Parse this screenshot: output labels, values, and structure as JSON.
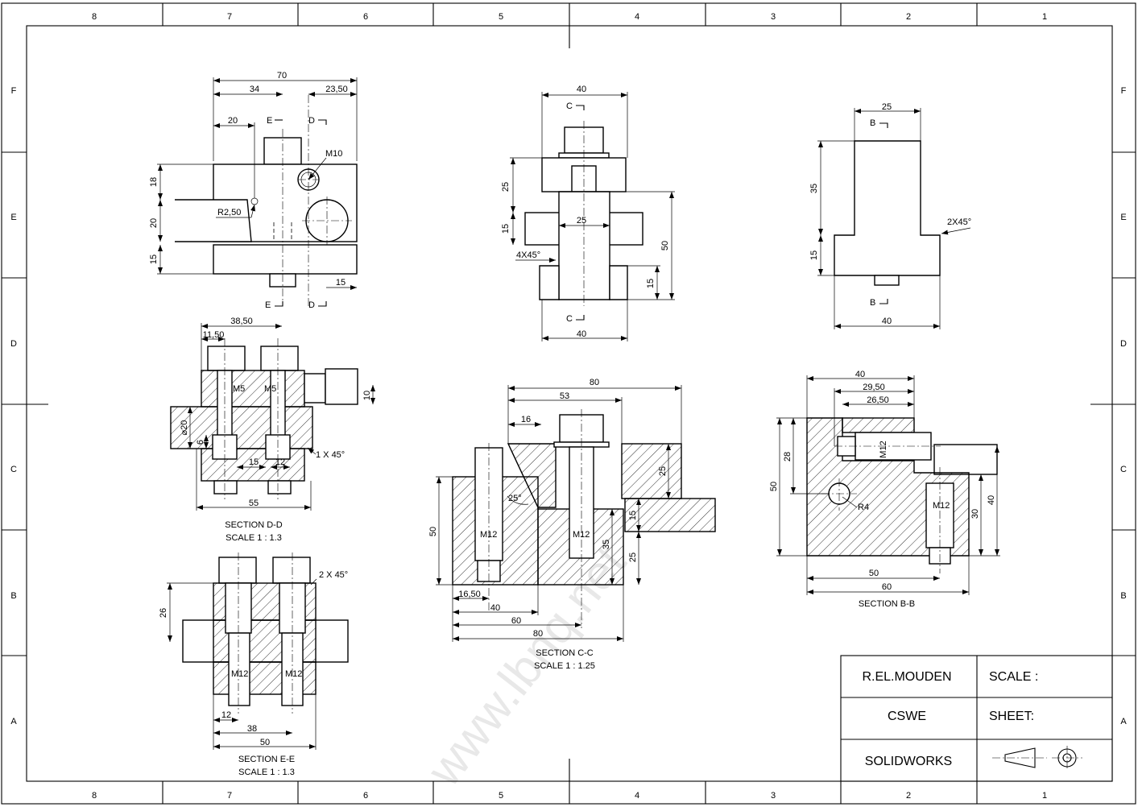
{
  "zones": {
    "columns": [
      "8",
      "7",
      "6",
      "5",
      "4",
      "3",
      "2",
      "1"
    ],
    "rows": [
      "F",
      "E",
      "D",
      "C",
      "B",
      "A"
    ]
  },
  "title_block": {
    "author": "R.EL.MOUDEN",
    "school": "CSWE",
    "software": "SOLIDWORKS",
    "scale_label": "SCALE :",
    "sheet_label": "SHEET:"
  },
  "views": {
    "front": {
      "dims": {
        "d70": "70",
        "d34": "34",
        "d23_50": "23,50",
        "d20": "20",
        "d18": "18",
        "d20v": "20",
        "d15v": "15",
        "d15h": "15",
        "m10": "M10",
        "r2_50": "R2,50"
      },
      "cuts": {
        "e_top": "E",
        "d_top": "D",
        "e_bot": "E",
        "d_bot": "D"
      }
    },
    "top_middle": {
      "dims": {
        "d40t": "40",
        "d25v": "25",
        "d15v": "15",
        "d25h": "25",
        "d50v": "50",
        "d15v2": "15",
        "d40b": "40",
        "chamfer": "4X45°"
      },
      "cuts": {
        "c_top": "C",
        "c_bot": "C"
      }
    },
    "right": {
      "dims": {
        "d25": "25",
        "d35": "35",
        "d15": "15",
        "d40": "40",
        "chamfer": "2X45°"
      },
      "cuts": {
        "b_top": "B",
        "b_bot": "B"
      }
    },
    "section_dd": {
      "caption": "SECTION D-D",
      "scale": "SCALE 1 : 1.3",
      "dims": {
        "d38_50": "38,50",
        "d11_50": "11,50",
        "m5a": "M5",
        "m5b": "M5",
        "d10": "10",
        "dia20": "⌀20",
        "d6": "6",
        "d15": "15",
        "d12": "12",
        "d55": "55",
        "chamfer": "1 X 45°"
      }
    },
    "section_cc": {
      "caption": "SECTION C-C",
      "scale": "SCALE 1 : 1.25",
      "dims": {
        "d80t": "80",
        "d53": "53",
        "d16": "16",
        "d25v": "25",
        "ang": "25°",
        "d15v": "15",
        "d35v": "35",
        "d25v2": "25",
        "d50v": "50",
        "m12a": "M12",
        "m12b": "M12",
        "d16_50": "16,50",
        "d40": "40",
        "d60": "60",
        "d80b": "80"
      }
    },
    "section_bb": {
      "caption": "SECTION B-B",
      "dims": {
        "d40": "40",
        "d29_50": "29,50",
        "d26_50": "26,50",
        "d28": "28",
        "d50": "50",
        "m12a": "M12",
        "r4": "R4",
        "m12b": "M12",
        "d30": "30",
        "d40v": "40",
        "d50h": "50",
        "d60h": "60"
      }
    },
    "section_ee": {
      "caption": "SECTION E-E",
      "scale": "SCALE 1 : 1.3",
      "dims": {
        "d26": "26",
        "m12a": "M12",
        "m12b": "M12",
        "d12": "12",
        "d38": "38",
        "d50": "50",
        "chamfer": "2 X 45°"
      }
    }
  },
  "watermark": "www.lbnq.net"
}
